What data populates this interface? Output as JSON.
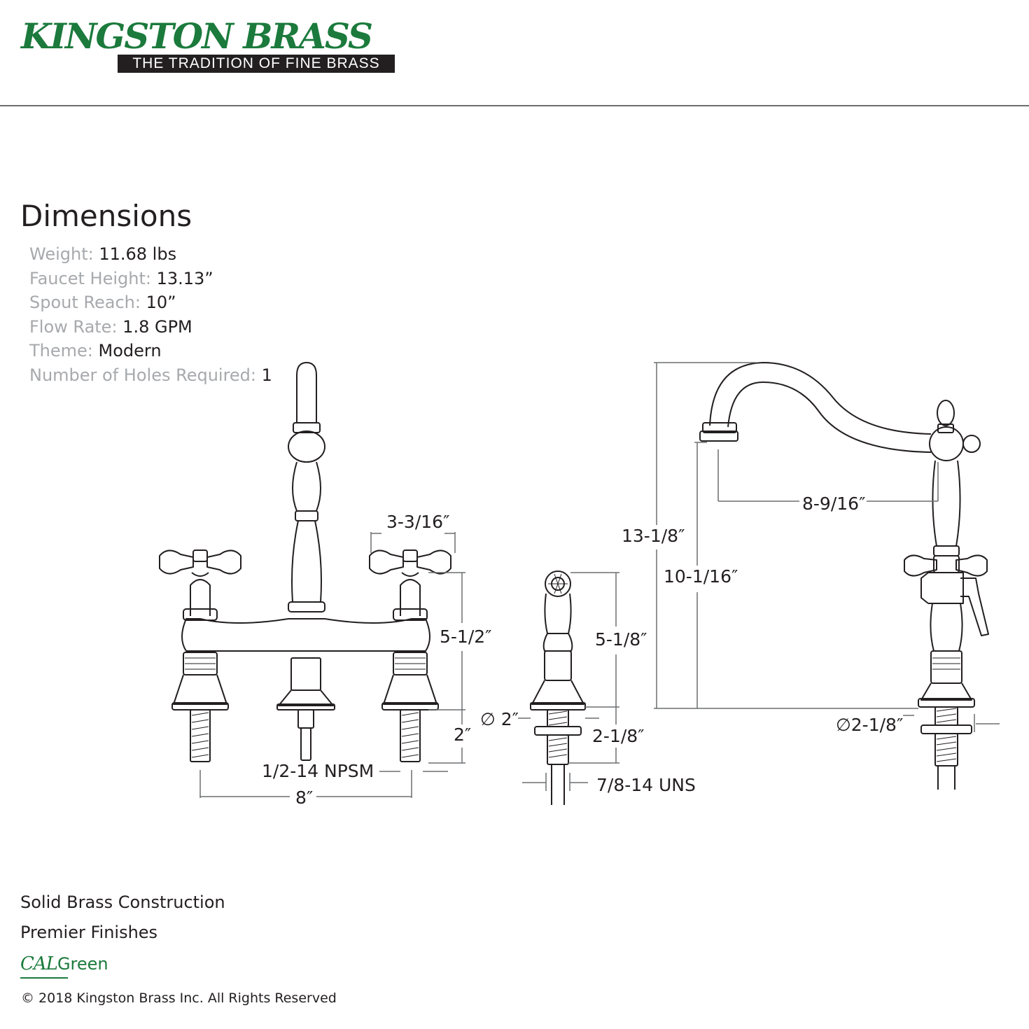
{
  "brand": {
    "name": "KINGSTON BRASS",
    "tagline": "THE TRADITION OF FINE BRASS",
    "brand_color": "#1b7a3c"
  },
  "dimensions": {
    "title": "Dimensions",
    "specs": [
      {
        "label": "Weight:",
        "value": "11.68 lbs"
      },
      {
        "label": "Faucet Height:",
        "value": "13.13”"
      },
      {
        "label": "Spout Reach:",
        "value": "10”"
      },
      {
        "label": "Flow Rate:",
        "value": "1.8 GPM"
      },
      {
        "label": "Theme:",
        "value": "Modern"
      },
      {
        "label": "Number of Holes Required:",
        "value": "1"
      }
    ]
  },
  "drawing": {
    "labels": {
      "handle_width": "3-3/16″",
      "body_height": "5-1/2″",
      "shank_length": "2″",
      "shank_thread": "1/2-14 NPSM",
      "center_spread": "8″",
      "sprayer_height": "5-1/8″",
      "sprayer_base_diameter": "∅ 2″",
      "sprayer_mount_height": "2-1/8″",
      "sprayer_thread": "7/8-14 UNS",
      "total_height": "13-1/8″",
      "spout_height": "10-1/16″",
      "spout_reach": "8-9/16″",
      "base_diameter": "∅2-1/8″"
    }
  },
  "footer": {
    "features": [
      "Solid Brass Construction",
      "Premier Finishes"
    ],
    "calgreen_cal": "CAL",
    "calgreen_green": "Green",
    "copyright": "© 2018 Kingston Brass Inc. All Rights Reserved"
  }
}
